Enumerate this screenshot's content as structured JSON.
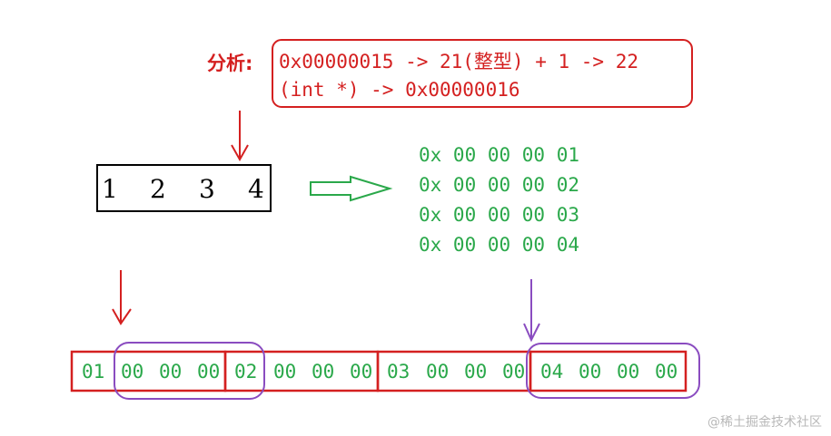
{
  "analysis": {
    "label": "分析:",
    "line1": "0x00000015 -> 21(整型) + 1 -> 22",
    "line2": "(int *) -> 0x00000016"
  },
  "array_box": {
    "values": [
      "1",
      "2",
      "3",
      "4"
    ]
  },
  "hex_list": [
    "0x 00 00 00 01",
    "0x 00 00 00 02",
    "0x 00 00 00 03",
    "0x 00 00 00 04"
  ],
  "memory_bytes": [
    "01",
    "00",
    "00",
    "00",
    "02",
    "00",
    "00",
    "00",
    "03",
    "00",
    "00",
    "00",
    "04",
    "00",
    "00",
    "00"
  ],
  "watermark": "@稀土掘金技术社区",
  "colors": {
    "red": "#d42020",
    "green": "#2aa84a",
    "purple": "#8a4cc0",
    "black": "#000000"
  }
}
